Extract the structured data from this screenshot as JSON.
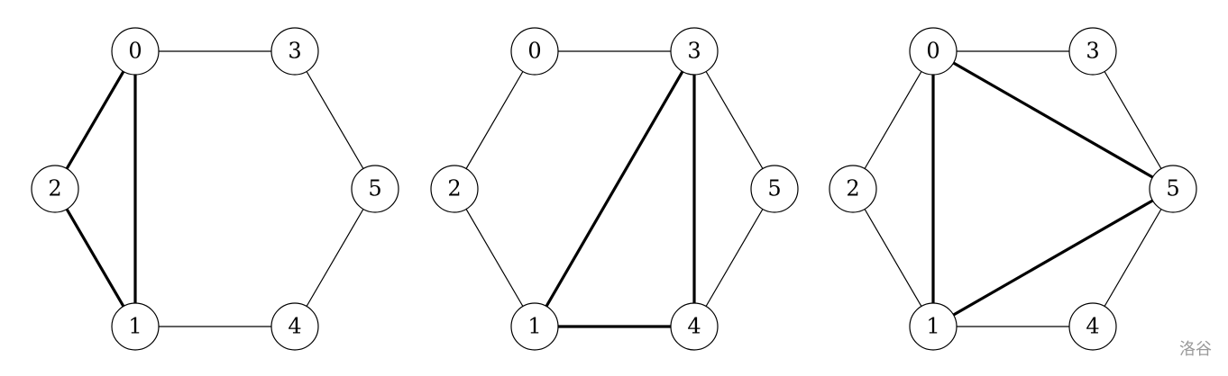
{
  "graphs": [
    {
      "nodes": [
        "0",
        "1",
        "2",
        "3",
        "4",
        "5"
      ],
      "thin_edges": [
        [
          "0",
          "3"
        ],
        [
          "3",
          "5"
        ],
        [
          "5",
          "4"
        ],
        [
          "4",
          "1"
        ]
      ],
      "thick_edges": [
        [
          "0",
          "2"
        ],
        [
          "2",
          "1"
        ],
        [
          "0",
          "1"
        ]
      ]
    },
    {
      "nodes": [
        "0",
        "1",
        "2",
        "3",
        "4",
        "5"
      ],
      "thin_edges": [
        [
          "0",
          "3"
        ],
        [
          "0",
          "2"
        ],
        [
          "2",
          "1"
        ],
        [
          "3",
          "5"
        ],
        [
          "5",
          "4"
        ]
      ],
      "thick_edges": [
        [
          "3",
          "1"
        ],
        [
          "3",
          "4"
        ],
        [
          "1",
          "4"
        ]
      ]
    },
    {
      "nodes": [
        "0",
        "1",
        "2",
        "3",
        "4",
        "5"
      ],
      "thin_edges": [
        [
          "0",
          "3"
        ],
        [
          "0",
          "2"
        ],
        [
          "2",
          "1"
        ],
        [
          "3",
          "5"
        ],
        [
          "5",
          "4"
        ],
        [
          "4",
          "1"
        ]
      ],
      "thick_edges": [
        [
          "0",
          "1"
        ],
        [
          "0",
          "5"
        ],
        [
          "1",
          "5"
        ]
      ]
    }
  ],
  "watermark": "洛谷"
}
